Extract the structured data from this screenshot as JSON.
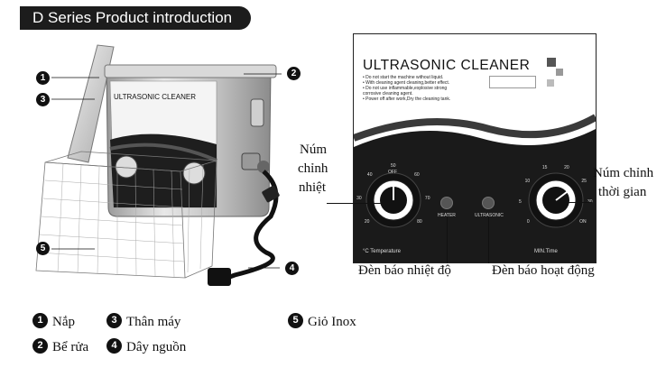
{
  "header": {
    "title": "D Series Product introduction"
  },
  "product": {
    "brand_text": "ULTRASONIC CLEANER"
  },
  "callouts": [
    {
      "number": "1"
    },
    {
      "number": "2"
    },
    {
      "number": "3"
    },
    {
      "number": "4"
    },
    {
      "number": "5"
    }
  ],
  "panel": {
    "title": "ULTRASONIC CLEANER",
    "warnings": [
      "• Do not start the machine without liquid.",
      "• With cleaning agent cleaning,better effect.",
      "• Do not use inflammable,explosive strong",
      "  corrosive cleaning agent.",
      "• Power off after work,Dry the cleaning tank."
    ],
    "temp_unit": "°C Temperature",
    "time_unit": "MIN.Time",
    "heater_label": "HEATER",
    "ultrasonic_label": "ULTRASONIC",
    "off_label": "OFF",
    "temp_ticks": [
      "20",
      "30",
      "40",
      "50",
      "60",
      "70",
      "80"
    ],
    "time_ticks": [
      "0",
      "5",
      "10",
      "15",
      "20",
      "25",
      "30",
      "ON"
    ]
  },
  "annotations": {
    "temp_knob_line1": "Núm",
    "temp_knob_line2": "chỉnh",
    "temp_knob_line3": "nhiệt",
    "time_knob_line1": "Núm chỉnh",
    "time_knob_line2": "thời gian",
    "temp_light": "Đèn báo nhiệt độ",
    "work_light": "Đèn báo hoạt động"
  },
  "legend": [
    {
      "number": "1",
      "label": "Nắp"
    },
    {
      "number": "3",
      "label": "Thân máy"
    },
    {
      "number": "5",
      "label": "Giỏ Inox"
    },
    {
      "number": "2",
      "label": "Bể rửa"
    },
    {
      "number": "4",
      "label": "Dây nguồn"
    }
  ],
  "colors": {
    "panel_dark": "#1a1a1a",
    "panel_wave": "#3a3a3a",
    "steel": "#c8c8c8",
    "header_bg": "#1c1c1c"
  }
}
